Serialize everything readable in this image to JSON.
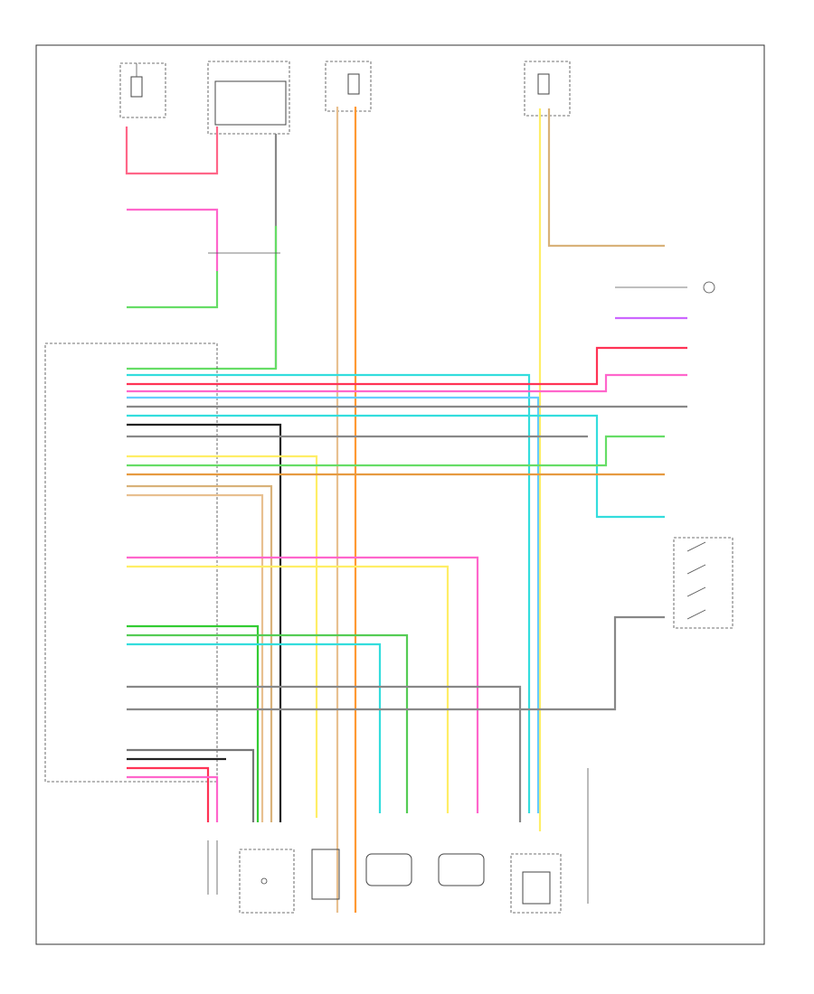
{
  "diagram": {
    "corner_code": "",
    "colors": {
      "pink": "#ff66cc",
      "red": "#ff3355",
      "orange": "#ff9933",
      "tan": "#d9b27a",
      "light_orange": "#f5b060",
      "yellow": "#ffee66",
      "green": "#33cc33",
      "dark_green": "#22a022",
      "light_green": "#66dd66",
      "cyan": "#33dddd",
      "light_blue": "#66ccff",
      "gray": "#888888",
      "black": "#222222",
      "violet": "#cc66ff"
    },
    "components": [
      {
        "id": "fuse-block-left",
        "label": ""
      },
      {
        "id": "instrument-cluster",
        "label": ""
      },
      {
        "id": "fuse-block-center",
        "label": ""
      },
      {
        "id": "fuse-block-right",
        "label": ""
      },
      {
        "id": "transfer-case-control-module",
        "label": ""
      },
      {
        "id": "transfer-case-encoder-motor",
        "label": ""
      },
      {
        "id": "shift-switch",
        "label": ""
      },
      {
        "id": "front-axle-actuator",
        "label": ""
      },
      {
        "id": "speed-sensor-front",
        "label": ""
      },
      {
        "id": "speed-sensor-rear",
        "label": ""
      },
      {
        "id": "transfer-case-shift-control-switch",
        "label": ""
      }
    ]
  }
}
